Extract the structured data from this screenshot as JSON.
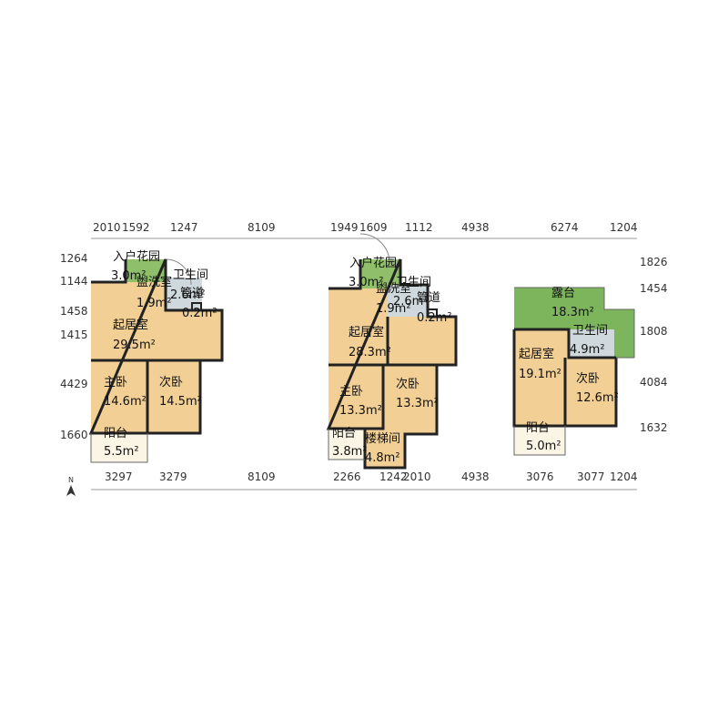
{
  "colors": {
    "room": "#f2cf94",
    "garden": "#8fbf6a",
    "terrace": "#7cb55c",
    "bath": "#cfd8dc",
    "balcony": "#fbf5e6",
    "wall": "#222222",
    "dimline": "#999999",
    "door": "#888888"
  },
  "plans": [
    {
      "rooms": [
        {
          "kind": "garden",
          "name": "入户花园",
          "area": "3.0m²"
        },
        {
          "kind": "bath",
          "name": "盥洗室",
          "area": "1.9m²"
        },
        {
          "kind": "bath",
          "name": "卫生间",
          "area": "2.6m²"
        },
        {
          "kind": "bath",
          "name": "管道",
          "area": "0.2m²"
        },
        {
          "kind": "room",
          "name": "起居室",
          "area": "29.5m²"
        },
        {
          "kind": "room",
          "name": "主卧",
          "area": "14.6m²"
        },
        {
          "kind": "room",
          "name": "次卧",
          "area": "14.5m²"
        },
        {
          "kind": "balcony",
          "name": "阳台",
          "area": "5.5m²"
        }
      ]
    },
    {
      "rooms": [
        {
          "kind": "garden",
          "name": "入户花园",
          "area": "3.0m²"
        },
        {
          "kind": "bath",
          "name": "盥洗室",
          "area": "1.9m²"
        },
        {
          "kind": "bath",
          "name": "卫生间",
          "area": "2.6m²"
        },
        {
          "kind": "bath",
          "name": "管道",
          "area": "0.2m²"
        },
        {
          "kind": "room",
          "name": "起居室",
          "area": "28.3m²"
        },
        {
          "kind": "room",
          "name": "主卧",
          "area": "13.3m²"
        },
        {
          "kind": "room",
          "name": "次卧",
          "area": "13.3m²"
        },
        {
          "kind": "balcony",
          "name": "阳台",
          "area": "3.8m²"
        },
        {
          "kind": "room",
          "name": "楼梯间",
          "area": "4.8m²"
        }
      ]
    },
    {
      "rooms": [
        {
          "kind": "terrace",
          "name": "露台",
          "area": "18.3m²"
        },
        {
          "kind": "bath",
          "name": "卫生间",
          "area": "4.9m²"
        },
        {
          "kind": "room",
          "name": "起居室",
          "area": "19.1m²"
        },
        {
          "kind": "room",
          "name": "次卧",
          "area": "12.6m²"
        },
        {
          "kind": "balcony",
          "name": "阳台",
          "area": "5.0m²"
        }
      ]
    }
  ],
  "dims_top": [
    "2010",
    "1592",
    "1247",
    "8109",
    "1949",
    "1609",
    "1112",
    "4938",
    "6274",
    "1204"
  ],
  "dims_bottom": [
    "3297",
    "3279",
    "8109",
    "2266",
    "1242",
    "2010",
    "4938",
    "3076",
    "3077",
    "1204"
  ],
  "dims_left": [
    "1264",
    "1144",
    "1458",
    "1415",
    "4429",
    "1660"
  ],
  "dims_right": [
    "1826",
    "1454",
    "1808",
    "4084",
    "1632"
  ],
  "compass_label": "N"
}
